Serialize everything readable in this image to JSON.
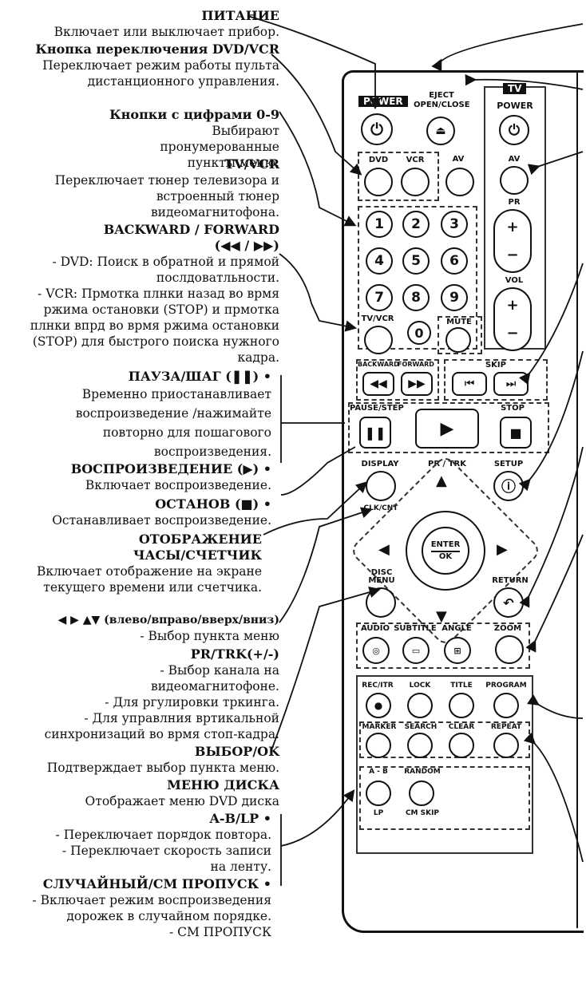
{
  "descriptions": {
    "power": {
      "title": "ПИТАНИЕ",
      "text": "Включает или выключает прибор."
    },
    "dvdvcr": {
      "title": "Кнопка переключения DVD/VCR",
      "text": "Переключает режим работы пульта дистанционного управления."
    },
    "digits": {
      "title": "Кнопки с цифрами 0-9",
      "text": "Выбирают пронумерованные пункты меню."
    },
    "tvvcr": {
      "title": "TV/VCR",
      "text": "Переключает тюнер телевизора и встроенный тюнер видеомагнитофона."
    },
    "bwfw": {
      "title": "BACKWARD / FORWARD",
      "symbols": "(◀◀ / ▶▶)",
      "line1": "- DVD: Поиск в обратной и прямой послдоватльности.",
      "line2": "- VCR: Прмотка плнки назад во врмя ржима остановки (STOP) и прмотка плнки впрд во врмя ржима остановки (STOP) для быстрого поиска нужного кадра."
    },
    "pause": {
      "title": "ПАУЗА/ШАГ (❚❚) •",
      "text": "Временно приостанавливает воспроизведение /нажимайте повторно для пошагового воспроизведения."
    },
    "play": {
      "title": "ВОСПРОИЗВЕДЕНИЕ (▶) •",
      "text": "Включает воспроизведение."
    },
    "stop": {
      "title": "ОСТАНОВ (■) •",
      "text": "Останавливает воспроизведение."
    },
    "display": {
      "title": "ОТОБРАЖЕНИЕ ЧАСЫ/СЧЕТЧИК",
      "text": "Включает отображение на экране текущего времени или счетчика."
    },
    "arrows": {
      "title": "◀ ▶ ▲▼ (влево/вправо/вверх/вниз)",
      "text": "- Выбор пункта меню"
    },
    "prtrk": {
      "title": "PR/TRK(+/-)",
      "line1": "- Выбор канала на видеомагнитофоне.",
      "line2": "- Для ргулировки тркинга.",
      "line3": "- Для управлния вртикальной синхронизаций во врмя стоп-кадра."
    },
    "ok": {
      "title": "ВЫБОР/OK",
      "text": "Подтверждает выбор пункта меню."
    },
    "discmenu": {
      "title": "МЕНЮ ДИСКА",
      "text": "Отображает меню DVD диска"
    },
    "ablp": {
      "title": "A-B/LP •",
      "line1": "- Переключает пор¤док повтора.",
      "line2": "- Переключает скорость записи на ленту."
    },
    "random": {
      "title": "СЛУЧАЙНЫЙ/СМ ПРОПУСК •",
      "line1": "- Включает режим воспроизведения дорожек в случайном порядке.",
      "line2": "- СМ ПРОПУСК"
    }
  },
  "remote": {
    "power": "POWER",
    "eject": "EJECT",
    "openclose": "OPEN/CLOSE",
    "tv": "TV",
    "tvpower": "POWER",
    "dvd": "DVD",
    "vcr": "VCR",
    "av": "AV",
    "tvav": "AV",
    "digits": [
      "1",
      "2",
      "3",
      "4",
      "5",
      "6",
      "7",
      "8",
      "9",
      "0"
    ],
    "pr": "PR",
    "vol": "VOL",
    "tvvcr": "TV/VCR",
    "mute": "MUTE",
    "backward": "BACKWARD",
    "forward": "FORWARD",
    "skip": "SKIP",
    "pausestep": "PAUSE/STEP",
    "stop": "STOP",
    "display": "DISPLAY",
    "prtrk": "PR / TRK",
    "setup": "SETUP",
    "clkcnt": "CLK/CNT",
    "enter": "ENTER",
    "ok": "OK",
    "discmenu1": "DISC",
    "discmenu2": "MENU",
    "return": "RETURN",
    "audio": "AUDIO",
    "subtitle": "SUBTITLE",
    "angle": "ANGLE",
    "zoom": "ZOOM",
    "rectr": "REC/ITR",
    "lock": "LOCK",
    "title": "TITLE",
    "program": "PROGRAM",
    "marker": "MARKER",
    "search": "SEARCH",
    "clear": "CLEAR",
    "repeat": "REPEAT",
    "ab": "A - B",
    "random": "RANDOM",
    "lp": "LP",
    "cmskip": "CM SKIP"
  }
}
